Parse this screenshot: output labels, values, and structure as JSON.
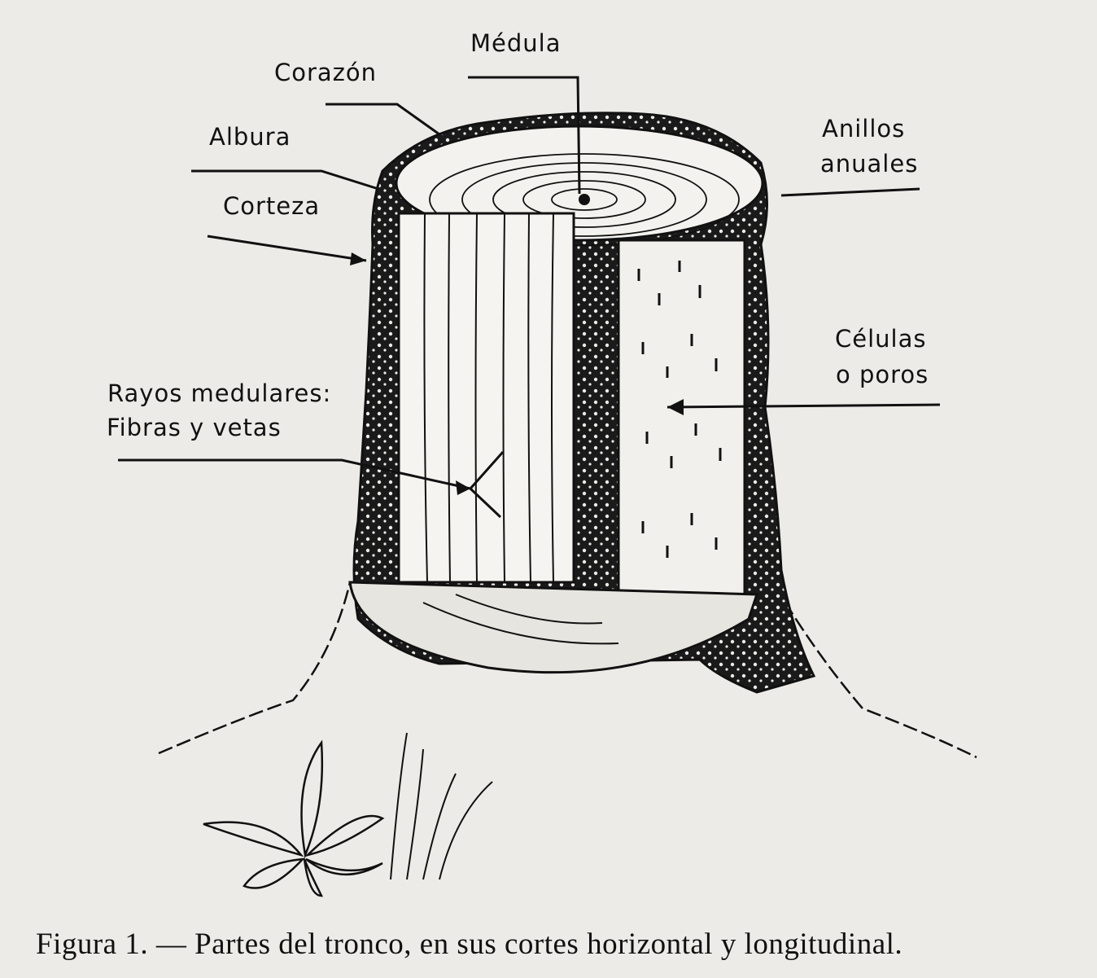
{
  "labels": {
    "medula": "Médula",
    "corazon": "Corazón",
    "albura": "Albura",
    "corteza": "Corteza",
    "anillos_line1": "Anillos",
    "anillos_line2": "anuales",
    "celulas_line1": "Células",
    "celulas_line2": "o poros",
    "rayos_line1": "Rayos medulares:",
    "rayos_line2": "Fibras y vetas"
  },
  "caption": "Figura 1. — Partes del tronco, en sus cortes horizontal y longitudinal."
}
